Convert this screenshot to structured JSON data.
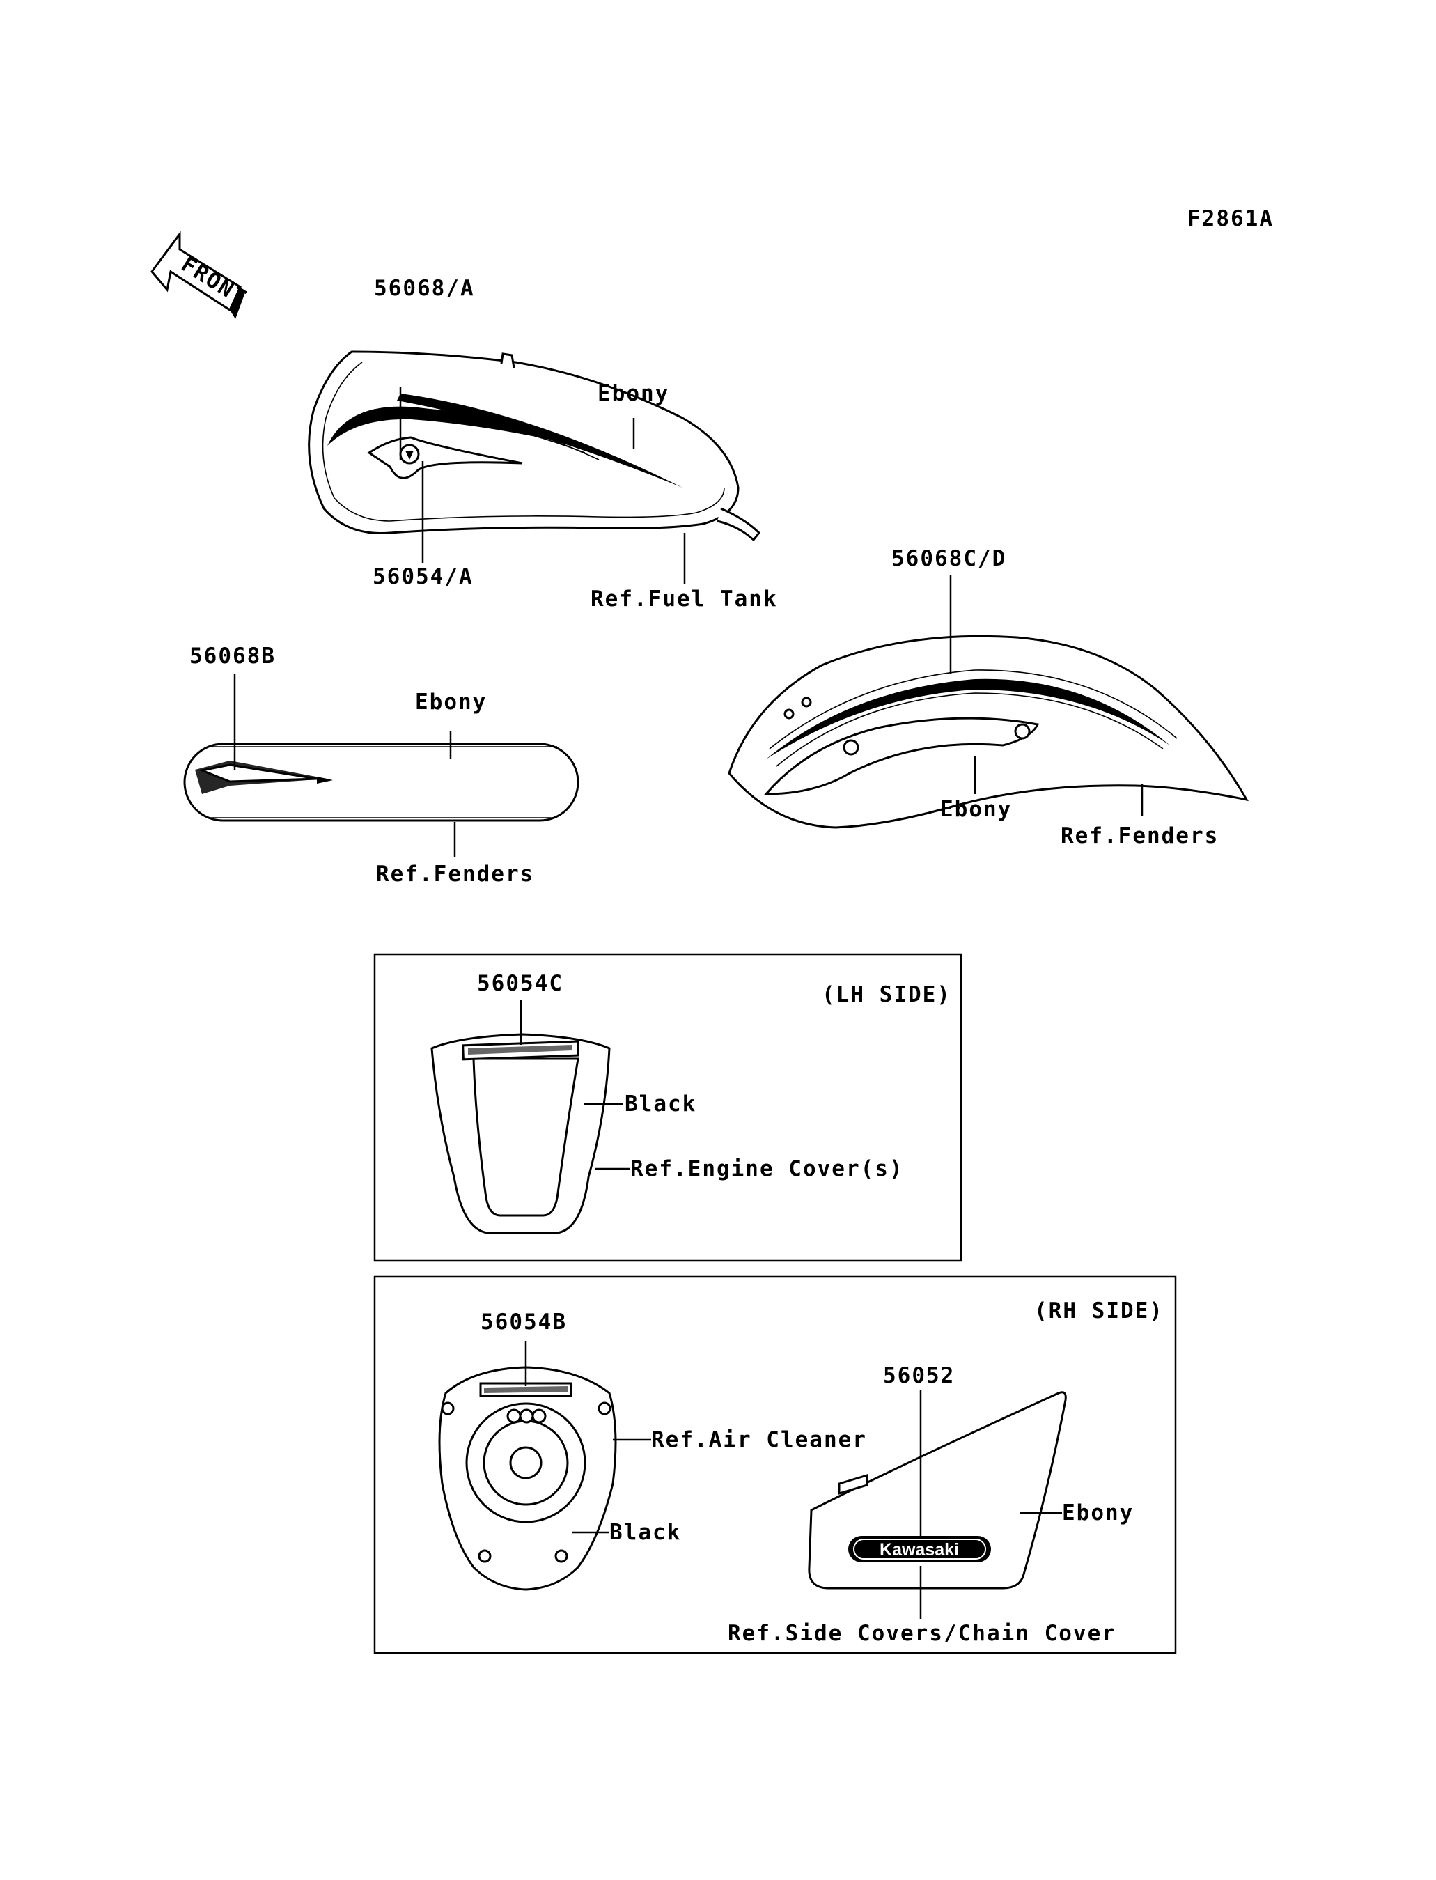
{
  "figure_code": "F2861A",
  "front_arrow_label": "FRONT",
  "fuel_tank": {
    "part_top": "56068/A",
    "part_bottom": "56054/A",
    "color": "Ebony",
    "ref": "Ref.Fuel Tank"
  },
  "front_fender": {
    "part": "56068B",
    "color": "Ebony",
    "ref": "Ref.Fenders"
  },
  "rear_fender": {
    "part": "56068C/D",
    "color": "Ebony",
    "ref": "Ref.Fenders"
  },
  "lh_panel": {
    "side": "(LH SIDE)",
    "part": "56054C",
    "color": "Black",
    "ref": "Ref.Engine Cover(s)"
  },
  "rh_panel": {
    "side": "(RH SIDE)",
    "air_cleaner_part": "56054B",
    "air_cleaner_ref": "Ref.Air Cleaner",
    "air_cleaner_color": "Black",
    "side_cover_part": "56052",
    "side_cover_color": "Ebony",
    "side_cover_ref": "Ref.Side Covers/Chain Cover",
    "emblem_text": "Kawasaki"
  }
}
